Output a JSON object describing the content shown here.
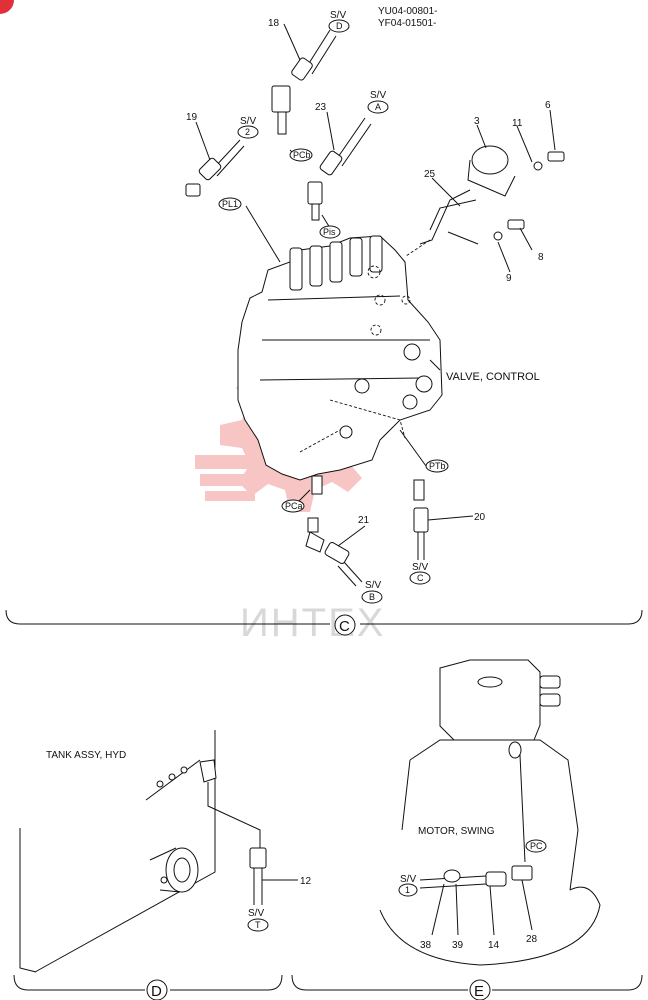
{
  "header": {
    "serial_1": "YU04-00801-",
    "serial_2": "YF04-01501-"
  },
  "section_c": {
    "marker": "C",
    "component_label": "VALVE, CONTROL",
    "part_numbers": [
      "18",
      "19",
      "23",
      "3",
      "11",
      "6",
      "25",
      "8",
      "9",
      "21",
      "20"
    ],
    "port_labels": [
      "PCb",
      "PL1",
      "Pis",
      "PTb",
      "PCa"
    ],
    "sv_prefix": "S/V",
    "sv_tags": [
      "D",
      "2",
      "A",
      "B",
      "C"
    ]
  },
  "section_d": {
    "marker": "D",
    "component_label": "TANK ASSY, HYD",
    "part_numbers": [
      "12"
    ],
    "sv_tags": [
      "T"
    ]
  },
  "section_e": {
    "marker": "E",
    "component_label": "MOTOR, SWING",
    "part_numbers": [
      "38",
      "39",
      "14",
      "28"
    ],
    "port_labels": [
      "PC"
    ],
    "sv_tags": [
      "1"
    ]
  },
  "watermark": {
    "text": "ИНТЕХ"
  },
  "colors": {
    "line": "#111111",
    "watermark_logo": "#f4a3a3",
    "watermark_text": "#d8d8d8",
    "corner_badge": "#e0303a"
  }
}
